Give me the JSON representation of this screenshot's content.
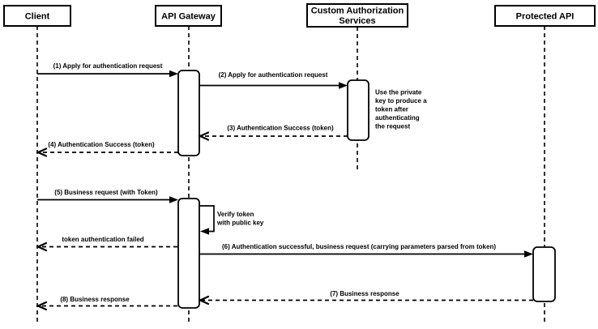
{
  "diagram": {
    "type": "sequence",
    "colors": {
      "stroke": "#000000",
      "background": "#ffffff",
      "shape_fill": "#ffffff",
      "text": "#000000"
    },
    "actors": [
      {
        "label": "Client",
        "lines": [
          "Client"
        ]
      },
      {
        "label": "API Gateway",
        "lines": [
          "API Gateway"
        ]
      },
      {
        "label": "Custom Authorization Services",
        "lines": [
          "Custom Authorization",
          "Services"
        ]
      },
      {
        "label": "Protected API",
        "lines": [
          "Protected API"
        ]
      }
    ],
    "messages": [
      {
        "label": "(1) Apply for authentication request",
        "from": "Client",
        "to": "API Gateway",
        "line": "solid"
      },
      {
        "label": "(2) Apply for authentication request",
        "from": "API Gateway",
        "to": "Custom Authorization Services",
        "line": "solid"
      },
      {
        "label": "(3) Authentication Success (token)",
        "from": "Custom Authorization Services",
        "to": "API Gateway",
        "line": "dashed"
      },
      {
        "label": "(4) Authentication Success (token)",
        "from": "API Gateway",
        "to": "Client",
        "line": "dashed"
      },
      {
        "label": "(5) Business request (with Token)",
        "from": "Client",
        "to": "API Gateway",
        "line": "solid"
      },
      {
        "label": "Verify token with public key",
        "lines": [
          "Verify token",
          "with public key"
        ],
        "from": "API Gateway",
        "to": "API Gateway",
        "line": "self"
      },
      {
        "label": "token authentication failed",
        "from": "API Gateway",
        "to": "Client",
        "line": "dashed"
      },
      {
        "label": "(6) Authentication successful, business request (carrying parameters parsed from token)",
        "from": "API Gateway",
        "to": "Protected API",
        "line": "solid"
      },
      {
        "label": "(7) Business response",
        "from": "Protected API",
        "to": "API Gateway",
        "line": "dashed"
      },
      {
        "label": "(8) Business response",
        "from": "API Gateway",
        "to": "Client",
        "line": "dashed"
      }
    ],
    "notes": [
      {
        "text": "Use the private key to produce a token after authenticating the request",
        "lines": [
          "Use the private",
          "key to produce a",
          "token after",
          "authenticating",
          "the request"
        ],
        "attached_to": "Custom Authorization Services"
      }
    ]
  }
}
